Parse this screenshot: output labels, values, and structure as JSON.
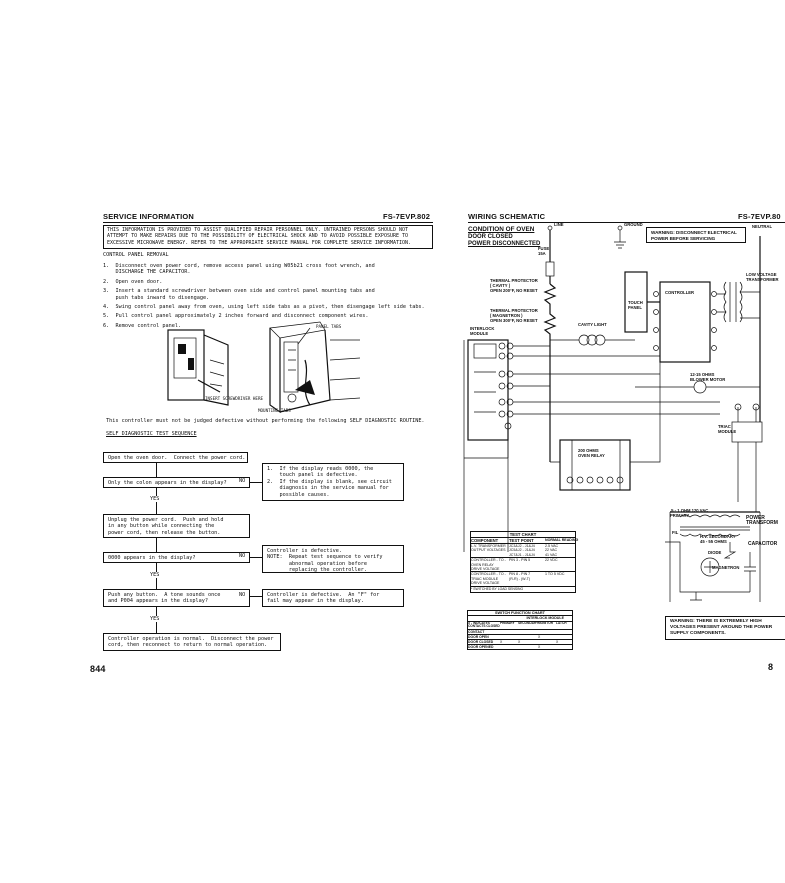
{
  "left_page": {
    "title": "SERVICE INFORMATION",
    "model": "FS-7EVP.802",
    "warning": "THIS INFORMATION IS PROVIDED TO ASSIST QUALIFIED REPAIR PERSONNEL ONLY. UNTRAINED PERSONS SHOULD NOT\nATTEMPT TO MAKE REPAIRS DUE TO THE POSSIBILITY OF ELECTRICAL SHOCK AND TO AVOID POSSIBLE EXPOSURE TO\nEXCESSIVE MICROWAVE ENERGY. REFER TO THE APPROPRIATE SERVICE MANUAL FOR COMPLETE SERVICE INFORMATION.",
    "removal_heading": "CONTROL PANEL REMOVAL",
    "steps": [
      "1.  Disconnect oven power cord, remove access panel using W05b21 cross foot wrench, and\n    DISCHARGE THE CAPACITOR.",
      "2.  Open oven door.",
      "3.  Insert a standard screwdriver between oven side and control panel mounting tabs and\n    push tabs inward to disengage.",
      "4.  Swing control panel away from oven, using left side tabs as a pivot, then disengage left side tabs.",
      "5.  Pull control panel approximately 2 inches forward and disconnect component wires.",
      "6.  Remove control panel."
    ],
    "figure_labels": {
      "panel_tabs": "PANEL TABS",
      "screwdriver": "INSERT SCREWDRIVER HERE",
      "mounting_tabs": "MOUNTING TABS"
    },
    "note": "This controller must not be judged defective without performing the following SELF DIAGNOSTIC ROUTINE.",
    "sequence_heading": "SELF DIAGNOSTIC TEST SEQUENCE",
    "flow": {
      "b1": "Open the oven door.  Connect the power cord.",
      "b2": "Only the colon appears in the display?",
      "b2_side": "1.  If the display reads 0000, the\n    touch panel is defective.\n2.  If the display is blank, see circuit\n    diagnosis in the service manual for\n    possible causes.",
      "b3": "Unplug the power cord.  Push and hold\nin any button while connecting the\npower cord, then release the button.",
      "b4": "0000 appears in the display?",
      "b4_side": "Controller is defective.\nNOTE:  Repeat test sequence to verify\n       abnormal operation before\n       replacing the controller.",
      "b5": "Push any button.  A tone sounds once\nand P004 appears in the display?",
      "b5_side": "Controller is defective.  An \"F\" for\nfail may appear in the display.",
      "b6": "Controller operation is normal.  Disconnect the power\ncord, then reconnect to return to normal operation.",
      "yes": "YES",
      "no": "NO"
    },
    "page_num": "844"
  },
  "right_page": {
    "title": "WIRING SCHEMATIC",
    "model": "FS-7EVP.80",
    "condition_heading": "CONDITION OF OVEN",
    "condition_lines": [
      "DOOR CLOSED",
      "POWER DISCONNECTED"
    ],
    "top_warning": "WARNING: DISCONNECT ELECTRICAL\nPOWER BEFORE SERVICING",
    "bottom_warning": "WARNING: THERE IS EXTREMELY HIGH\nVOLTAGES PRESENT AROUND THE POWER\nSUPPLY COMPONENTS.",
    "labels": {
      "line": "LINE",
      "ground": "GROUND",
      "neutral": "NEUTRAL",
      "fuse": "FUSE\n15A",
      "tp_cavity": "THERMAL PROTECTOR\n( CAVITY )\nOPEN 200°F, NO RESET",
      "tp_magnetron": "THERMAL PROTECTOR\n( MAGNETRON )\nOPEN 300°F, NO RESET",
      "interlock": "INTERLOCK\nMODULE",
      "cavity_light": "CAVITY LIGHT",
      "touch_panel": "TOUCH\nPANEL",
      "controller": "CONTROLLER",
      "lv_transformer": "LOW VOLTAGE\nTRANSFORMER",
      "blower": "12-15 OHMS\nBLOWER MOTOR",
      "triac": "TRIAC\nMODULE",
      "relay": "200 OHMS\nOVEN RELAY",
      "power_transformer": "POWER\nTRANSFORM",
      "primary": ".5 - 1 OHM 120 VAC\nPRIMARY",
      "hv_secondary": "H.V. SECONDARY\n45 - 55 OHMS",
      "diode": "DIODE",
      "magnetron": "MAGNETRON",
      "capacitor": "CAPACITOR",
      "fil": "FIL"
    },
    "test_chart": {
      "title": "TEST CHART",
      "headers": [
        "COMPONENT",
        "TEST POINT",
        "NORMAL READING"
      ],
      "rows": [
        [
          "L.V. TRANSFORMER\nOUTPUT VOLTAGES",
          "JC3&J2 - J1&J4\nJC5&J2 - J1&J4\nJC7&J1 - J1&J4",
          "2.5 VAC\n22 VAC\n41 VAC"
        ],
        [
          "CONTROLLER - TO -\nOVEN RELAY\nDRIVE VOLTAGE",
          "PIN 3 - PIN 5",
          "22 VDC"
        ],
        [
          "CONTROLLER - TO -\nTRIAC MODULE\nDRIVE VOLTAGE",
          "PIN 8 - PIN 7\n(R-R) - (W-T)",
          "1 TO 5 VDC"
        ]
      ],
      "footnote": "* SWITCHED BY LOAD SENSING"
    },
    "switch_chart": {
      "title": "SWITCH FUNCTION CHART",
      "sub": "INTERLOCK MODULE",
      "headers": [
        "X - INDICATES CONTACTS CLOSED",
        "PRIMARY",
        "SECONDARY",
        "MONITOR",
        "LATCH"
      ],
      "rows": [
        [
          "CONTACT",
          "",
          "",
          "",
          ""
        ],
        [
          "DOOR OPEN",
          "",
          "",
          "X",
          ""
        ],
        [
          "DOOR CLOSED",
          "X",
          "X",
          "",
          "X"
        ],
        [
          "DOOR OPENED",
          "",
          "",
          "X",
          ""
        ]
      ]
    },
    "page_num": "8"
  }
}
